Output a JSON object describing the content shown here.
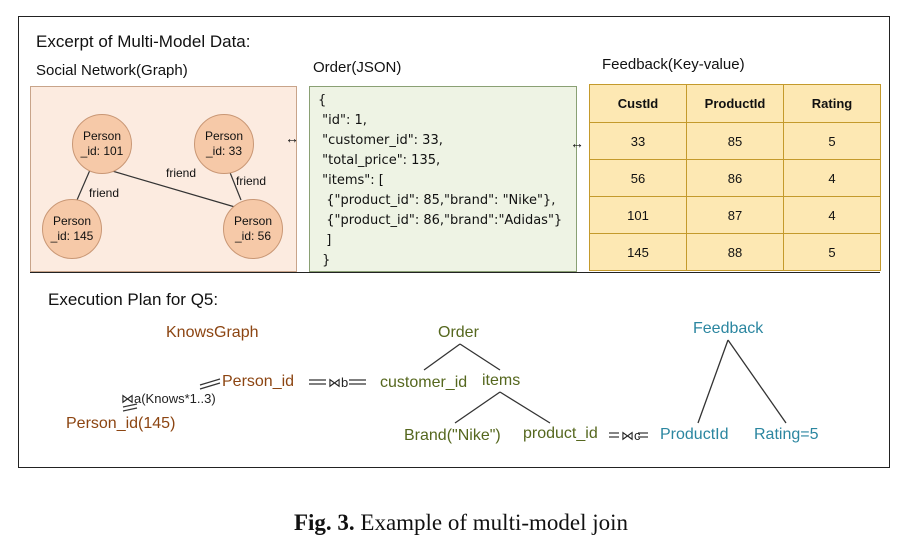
{
  "excerpt_title": "Excerpt of Multi-Model Data:",
  "graph": {
    "label": "Social Network(Graph)",
    "nodes": [
      {
        "line1": "Person",
        "line2": "_id: 101"
      },
      {
        "line1": "Person",
        "line2": "_id: 33"
      },
      {
        "line1": "Person",
        "line2": "_id: 145"
      },
      {
        "line1": "Person",
        "line2": "_id: 56"
      }
    ],
    "edges": [
      "friend",
      "friend",
      "friend"
    ]
  },
  "json_doc": {
    "label": "Order(JSON)",
    "lines": [
      "{",
      " \"id\": 1,",
      " \"customer_id\": 33,",
      " \"total_price\": 135,",
      " \"items\": [",
      "  {\"product_id\": 85,\"brand\": \"Nike\"},",
      "  {\"product_id\": 86,\"brand\":\"Adidas\"}",
      "  ]",
      " }"
    ]
  },
  "kv": {
    "label": "Feedback(Key-value)",
    "headers": [
      "CustId",
      "ProductId",
      "Rating"
    ],
    "rows": [
      [
        "33",
        "85",
        "5"
      ],
      [
        "56",
        "86",
        "4"
      ],
      [
        "101",
        "87",
        "4"
      ],
      [
        "145",
        "88",
        "5"
      ]
    ]
  },
  "arrows": [
    "↔",
    "↔"
  ],
  "plan": {
    "title": "Execution Plan for Q5:",
    "knows_graph": "KnowsGraph",
    "person_id": "Person_id",
    "person_id_145": "Person_id(145)",
    "join_a": "⋈a(Knows*1..3)",
    "join_b": "⋈b",
    "join_c": "⋈c",
    "order": "Order",
    "customer_id": "customer_id",
    "items": "items",
    "brand_nike": "Brand(\"Nike\")",
    "product_id": "product_id",
    "feedback": "Feedback",
    "productid": "ProductId",
    "rating5": "Rating=5"
  },
  "caption": {
    "bold": "Fig. 3.",
    "text": " Example of multi-model join"
  },
  "colors": {
    "graph_bg": "#fcebe0",
    "node_fill": "#f6c9a8",
    "json_bg": "#eef3e4",
    "kv_fill": "#fde8b3",
    "kv_border": "#c49a2c",
    "plan_brown": "#8c4512",
    "plan_olive": "#55671e",
    "plan_teal": "#2b86a0"
  }
}
